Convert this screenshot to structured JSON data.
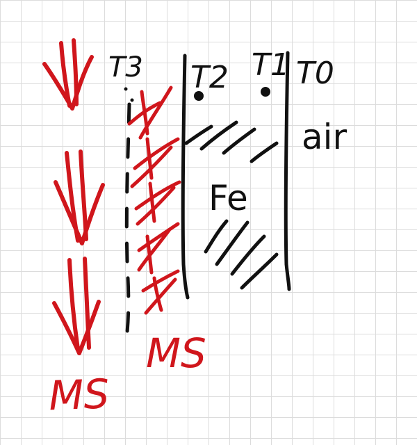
{
  "labels": {
    "t3": "T3",
    "t2": "T2",
    "t1": "T1",
    "t0": "T0",
    "medium_right": "air",
    "material": "Fe",
    "flow_label": "MS",
    "deposit_label": "MS"
  },
  "colors": {
    "ink": "#111111",
    "accent": "#d0161c",
    "grid": "#dcdcdc",
    "background": "#ffffff"
  }
}
